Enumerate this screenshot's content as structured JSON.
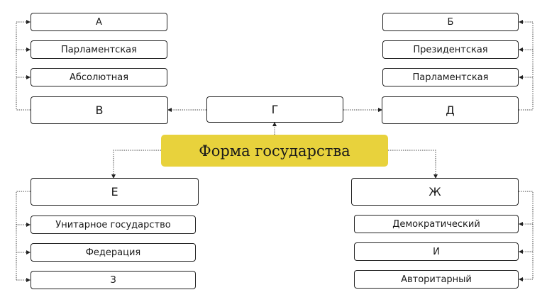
{
  "diagram": {
    "center": "Форма государства",
    "g": "Г",
    "v": "В",
    "d": "Д",
    "e": "Е",
    "zh": "Ж",
    "v_children": [
      "А",
      "Парламентская",
      "Абсолютная"
    ],
    "d_children": [
      "Б",
      "Президентская",
      "Парламентская"
    ],
    "e_children": [
      "Унитарное государство",
      "Федерация",
      "З"
    ],
    "zh_children": [
      "Демократический",
      "И",
      "Авторитарный"
    ]
  },
  "colors": {
    "center_fill": "#e8d23c",
    "box_border": "#222222"
  }
}
